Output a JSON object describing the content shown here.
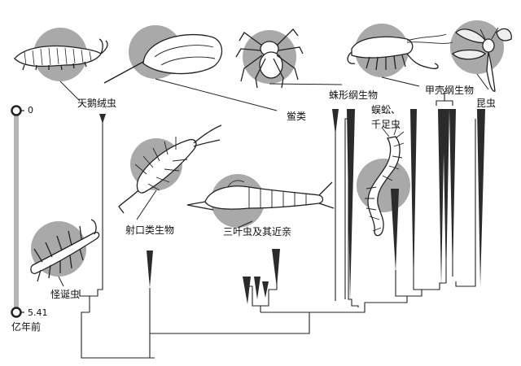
{
  "axis": {
    "top_label": "0",
    "bottom_label_line1": "5.41",
    "bottom_label_line2": "亿年前"
  },
  "taxa": {
    "velvet_worm": "天鹅绒虫",
    "merostomata": "鲎类",
    "arachnida": "蛛形纲生物",
    "crustacea": "甲壳纲生物",
    "insecta": "昆虫",
    "myriapoda_line1": "蜈蚣、",
    "myriapoda_line2": "千足虫",
    "radiodonta": "射口类生物",
    "trilobita": "三叶虫及其近亲",
    "hallucigenia": "怪诞虫"
  },
  "colors": {
    "grey_disc": "#a9a9a9",
    "axis_bar": "#b5b5b5",
    "line": "#222222",
    "wedge": "#2b2b2b"
  }
}
